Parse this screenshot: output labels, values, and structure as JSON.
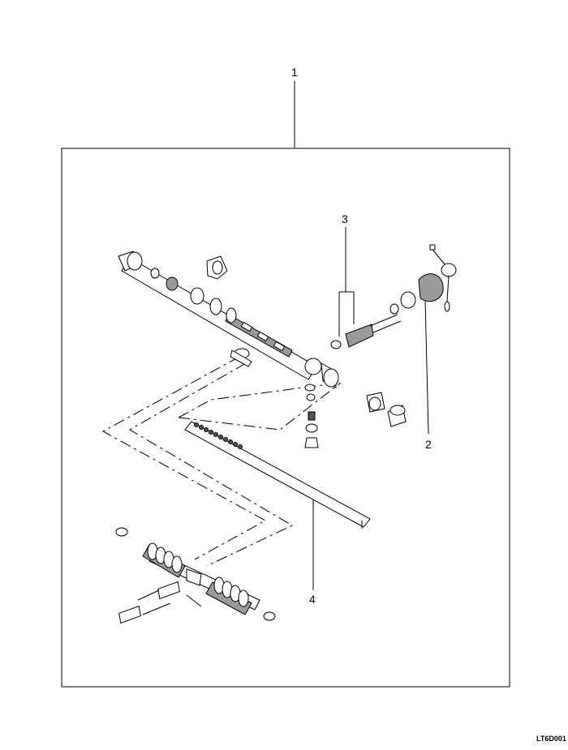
{
  "callouts": {
    "c1": "1",
    "c2": "2",
    "c3": "3",
    "c4": "4"
  },
  "diagram_code": "LT6D001"
}
